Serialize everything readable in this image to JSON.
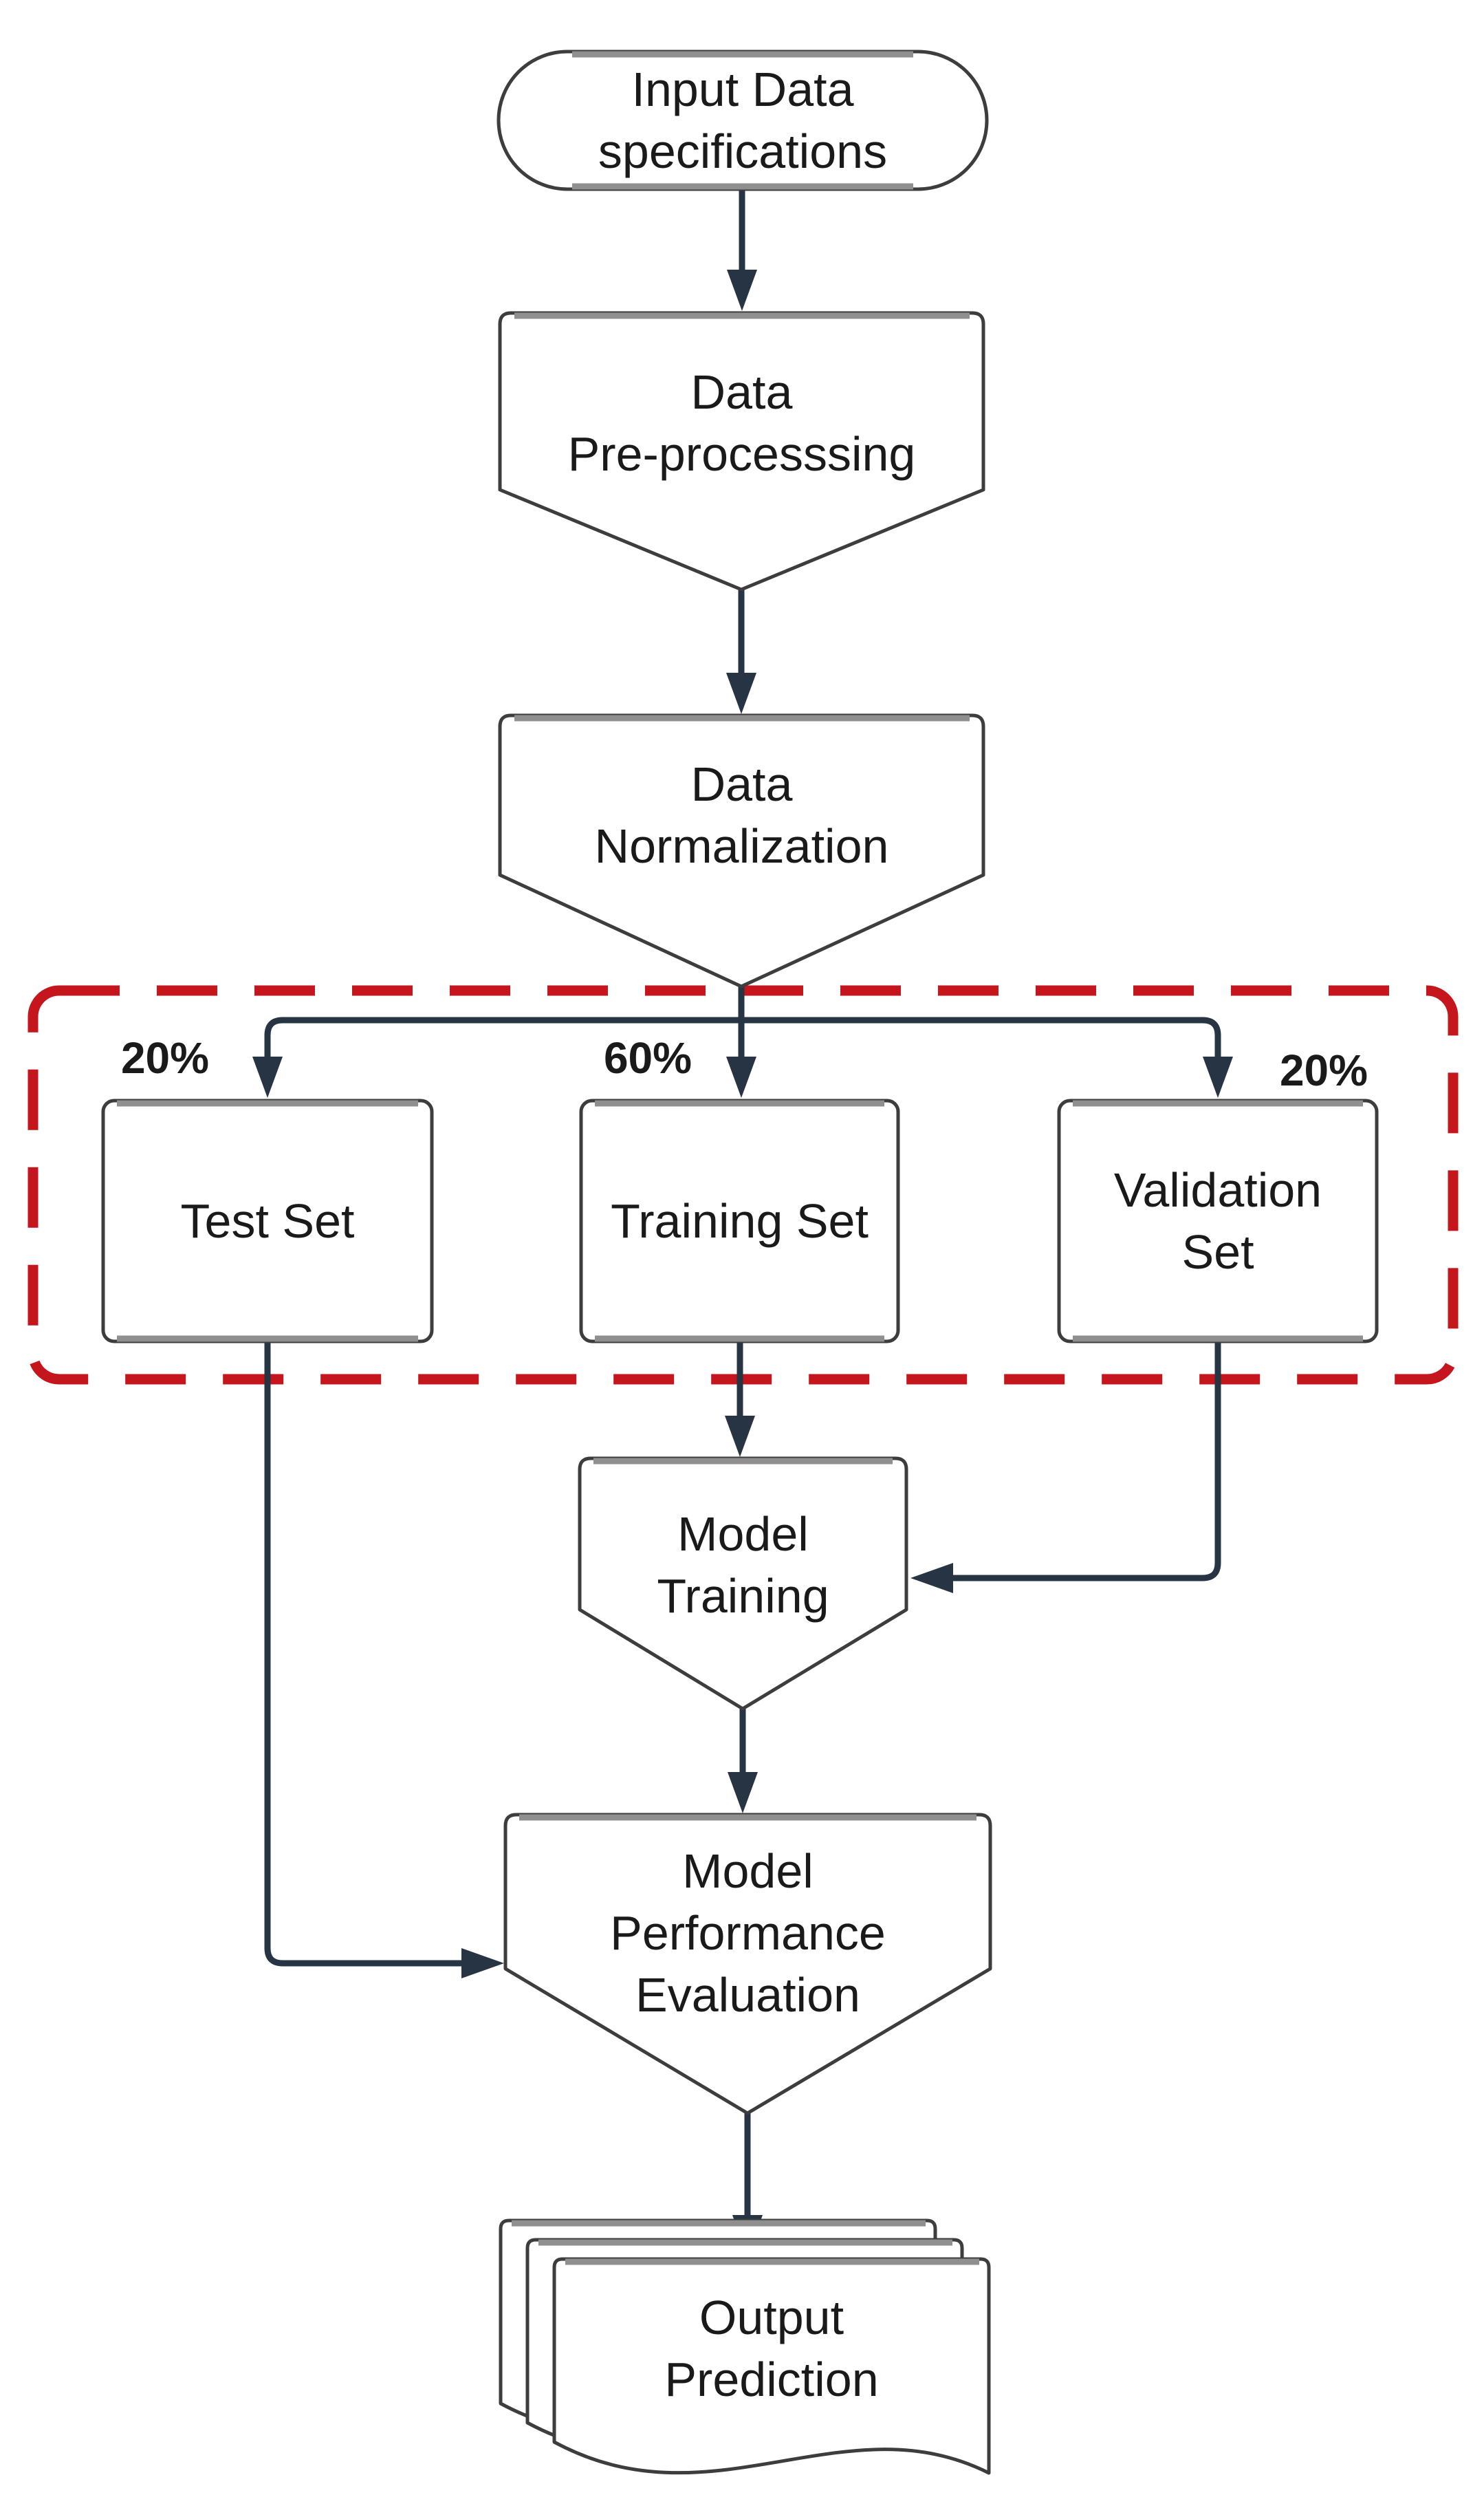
{
  "diagram": {
    "nodes": {
      "input": {
        "label": "Input Data\nspecifications"
      },
      "preprocessing": {
        "label": "Data\nPre-processsing"
      },
      "normalization": {
        "label": "Data\nNormalization"
      },
      "test_set": {
        "label": "Test Set"
      },
      "training_set": {
        "label": "Training Set"
      },
      "validation_set": {
        "label": "Validation\nSet"
      },
      "model_training": {
        "label": "Model\nTraining"
      },
      "evaluation": {
        "label": "Model\nPerformance\nEvaluation"
      },
      "output": {
        "label": "Output\nPrediction"
      }
    },
    "split_labels": {
      "test_pct": "20%",
      "training_pct": "60%",
      "validation_pct": "20%"
    },
    "colors": {
      "background": "#ffffff",
      "connector": "#263444",
      "shape_border": "#3d3d3d",
      "shape_fill": "#ffffff",
      "top_edge_highlight": "#8f8f8f",
      "split_region_border": "#c4161c",
      "text": "#1a1a1a"
    }
  }
}
